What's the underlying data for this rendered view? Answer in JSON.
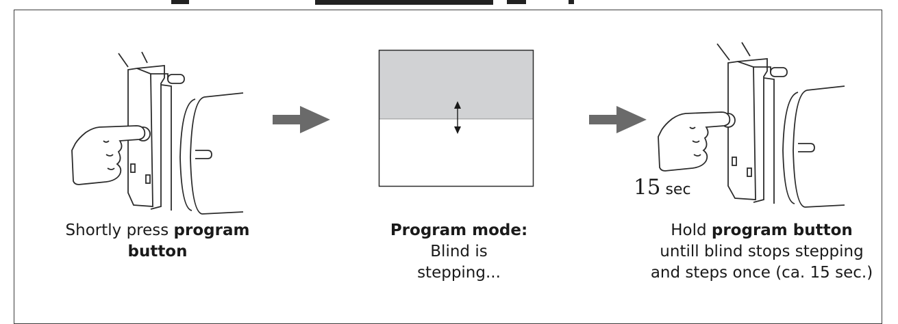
{
  "steps": [
    {
      "caption_lines": [
        [
          "Shortly press ",
          "program"
        ],
        [
          "",
          "button"
        ]
      ]
    },
    {
      "caption_lines": [
        [
          "",
          "Program mode:"
        ],
        [
          "Blind is",
          ""
        ],
        [
          "stepping...",
          ""
        ]
      ]
    },
    {
      "caption_lines": [
        [
          "Hold ",
          "program button"
        ],
        [
          "untill blind stops stepping",
          ""
        ],
        [
          "and steps once (ca. 15 sec.)",
          ""
        ]
      ]
    }
  ],
  "timer": {
    "number": "15",
    "unit": "sec"
  },
  "colors": {
    "arrow": "#6a6a6a",
    "blind_upper": "#d1d2d4",
    "stroke": "#2b2b2b"
  },
  "icons": [
    "motor-head-icon",
    "finger-hand-icon",
    "right-arrow-icon",
    "double-arrow-icon"
  ]
}
